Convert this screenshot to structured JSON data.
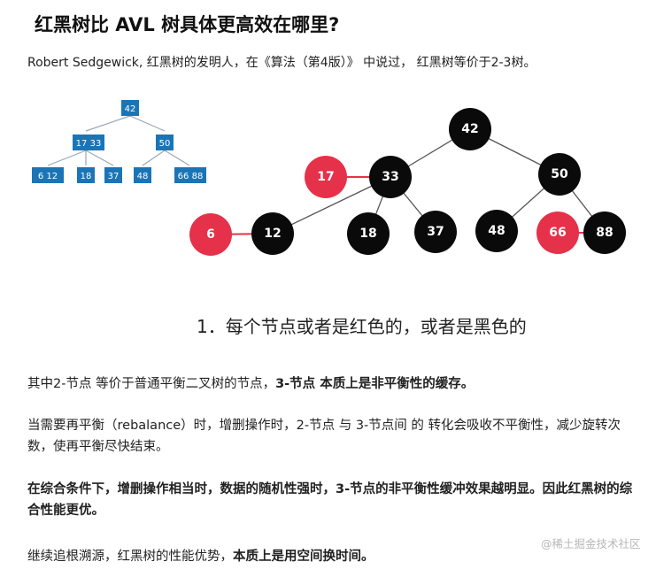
{
  "title": "红黑树比 AVL 树具体更高效在哪里?",
  "intro": "Robert Sedgewick, 红黑树的发明人，在《算法（第4版）》 中说过， 红黑树等价于2-3树。",
  "small_tree": {
    "root": "42",
    "left": "17 33",
    "right": "50",
    "leaves": [
      "6 12",
      "18",
      "37",
      "48",
      "66 88"
    ]
  },
  "rb_tree": {
    "nodes": {
      "n42": "42",
      "n17": "17",
      "n33": "33",
      "n50": "50",
      "n6": "6",
      "n12": "12",
      "n18": "18",
      "n37": "37",
      "n48": "48",
      "n66": "66",
      "n88": "88"
    },
    "caption": "1．每个节点或者是红色的，或者是黑色的"
  },
  "colors": {
    "red": "#e5314a",
    "black": "#0a0a0a",
    "blue": "#1a75b7"
  },
  "paragraphs": {
    "p1_a": "其中2-节点 等价于普通平衡二叉树的节点，",
    "p1_b": "3-节点 本质上是非平衡性的缓存。",
    "p2": "当需要再平衡（rebalance）时，增删操作时，2-节点 与 3-节点间 的 转化会吸收不平衡性，减少旋转次数，使再平衡尽快结束。",
    "p3": "在综合条件下，增删操作相当时，数据的随机性强时，3-节点的非平衡性缓冲效果越明显。因此红黑树的综合性能更优。",
    "p4_a": "继续追根溯源，红黑树的性能优势，",
    "p4_b": "本质上是用空间换时间。"
  },
  "watermark": "@稀土掘金技术社区"
}
